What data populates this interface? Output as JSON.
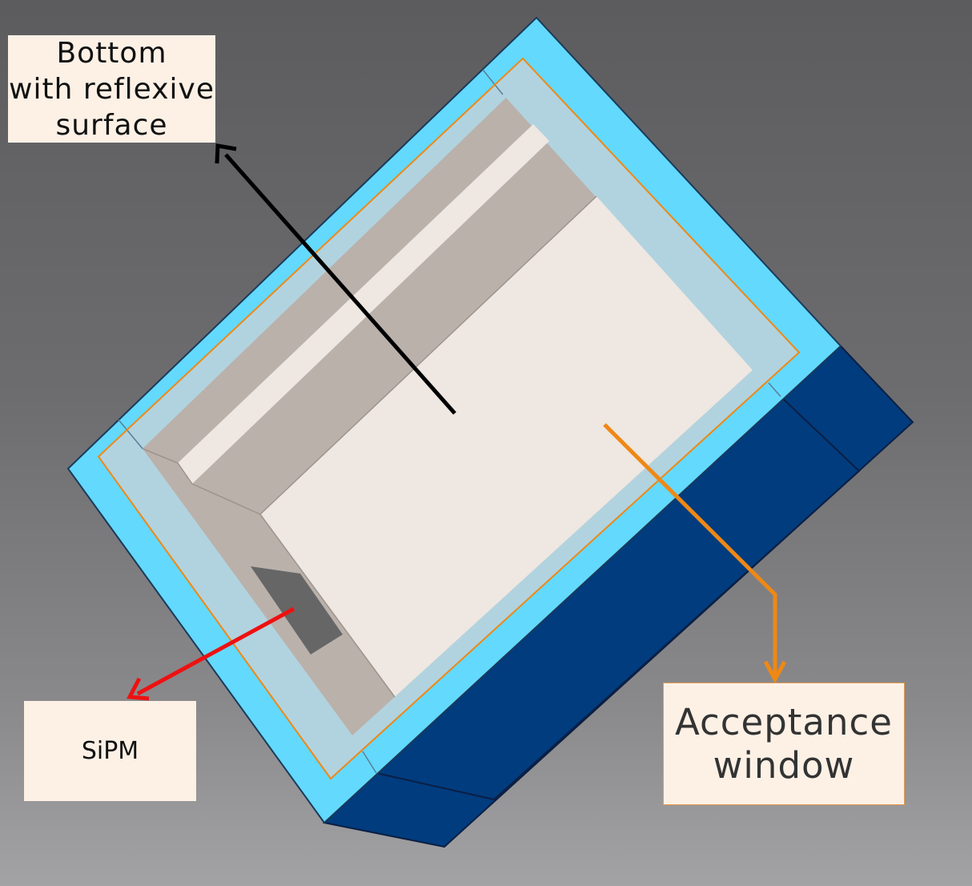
{
  "labels": {
    "bottom": "Bottom\nwith reflexive\nsurface",
    "sipm": "SiPM",
    "acceptance": "Acceptance\nwindow"
  },
  "colors": {
    "frame": "#63d9fd",
    "frame_inner": "#b1d3df",
    "housing": "#013c7e",
    "inner_surface": "#eee7e2",
    "wall": "#bab1ab",
    "sipm": "#666666",
    "arrow_bottom": "#000000",
    "arrow_sipm": "#ee1111",
    "arrow_acceptance": "#ef8815"
  }
}
